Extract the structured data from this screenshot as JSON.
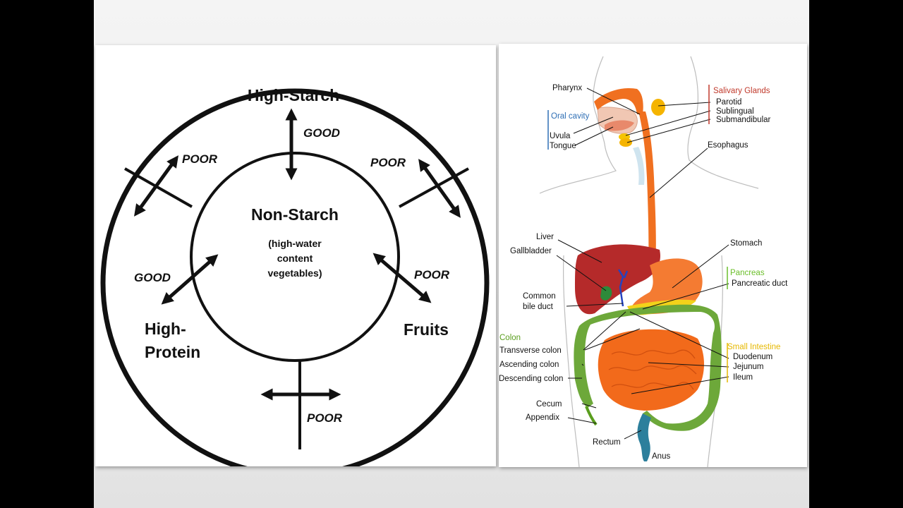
{
  "food_combining": {
    "groups": {
      "top": "High-Starch",
      "center": "Non-Starch",
      "center_sub": [
        "(high-water",
        "content",
        "vegetables)"
      ],
      "left_1": "High-",
      "left_2": "Protein",
      "right": "Fruits"
    },
    "tags": {
      "top": "GOOD",
      "upper_left": "POOR",
      "upper_right": "POOR",
      "left": "GOOD",
      "right": "POOR",
      "bottom": "POOR"
    }
  },
  "digestive": {
    "labels": {
      "pharynx": "Pharynx",
      "oral_cavity": "Oral cavity",
      "uvula": "Uvula",
      "tongue": "Tongue",
      "salivary_glands": "Salivary Glands",
      "parotid": "Parotid",
      "sublingual": "Sublingual",
      "submandibular": "Submandibular",
      "esophagus": "Esophagus",
      "liver": "Liver",
      "gallbladder": "Gallbladder",
      "stomach": "Stomach",
      "pancreas": "Pancreas",
      "pancreatic_duct": "Pancreatic duct",
      "common_1": "Common",
      "common_2": "bile duct",
      "colon": "Colon",
      "transverse_colon": "Transverse colon",
      "ascending_colon": "Ascending colon",
      "descending_colon": "Descending colon",
      "small_intestine": "Small Intestine",
      "duodenum": "Duodenum",
      "jejunum": "Jejunum",
      "ileum": "Ileum",
      "cecum": "Cecum",
      "appendix": "Appendix",
      "rectum": "Rectum",
      "anus": "Anus"
    },
    "colors": {
      "salivary": "#c0392b",
      "oral": "#2f6fb5",
      "pancreas": "#6bbf2a",
      "colon": "#5a9e1e",
      "small_intestine": "#e6b800",
      "esophagus": "#f07020",
      "liver": "#b52a2a",
      "intestine": "#f26a1b"
    }
  }
}
